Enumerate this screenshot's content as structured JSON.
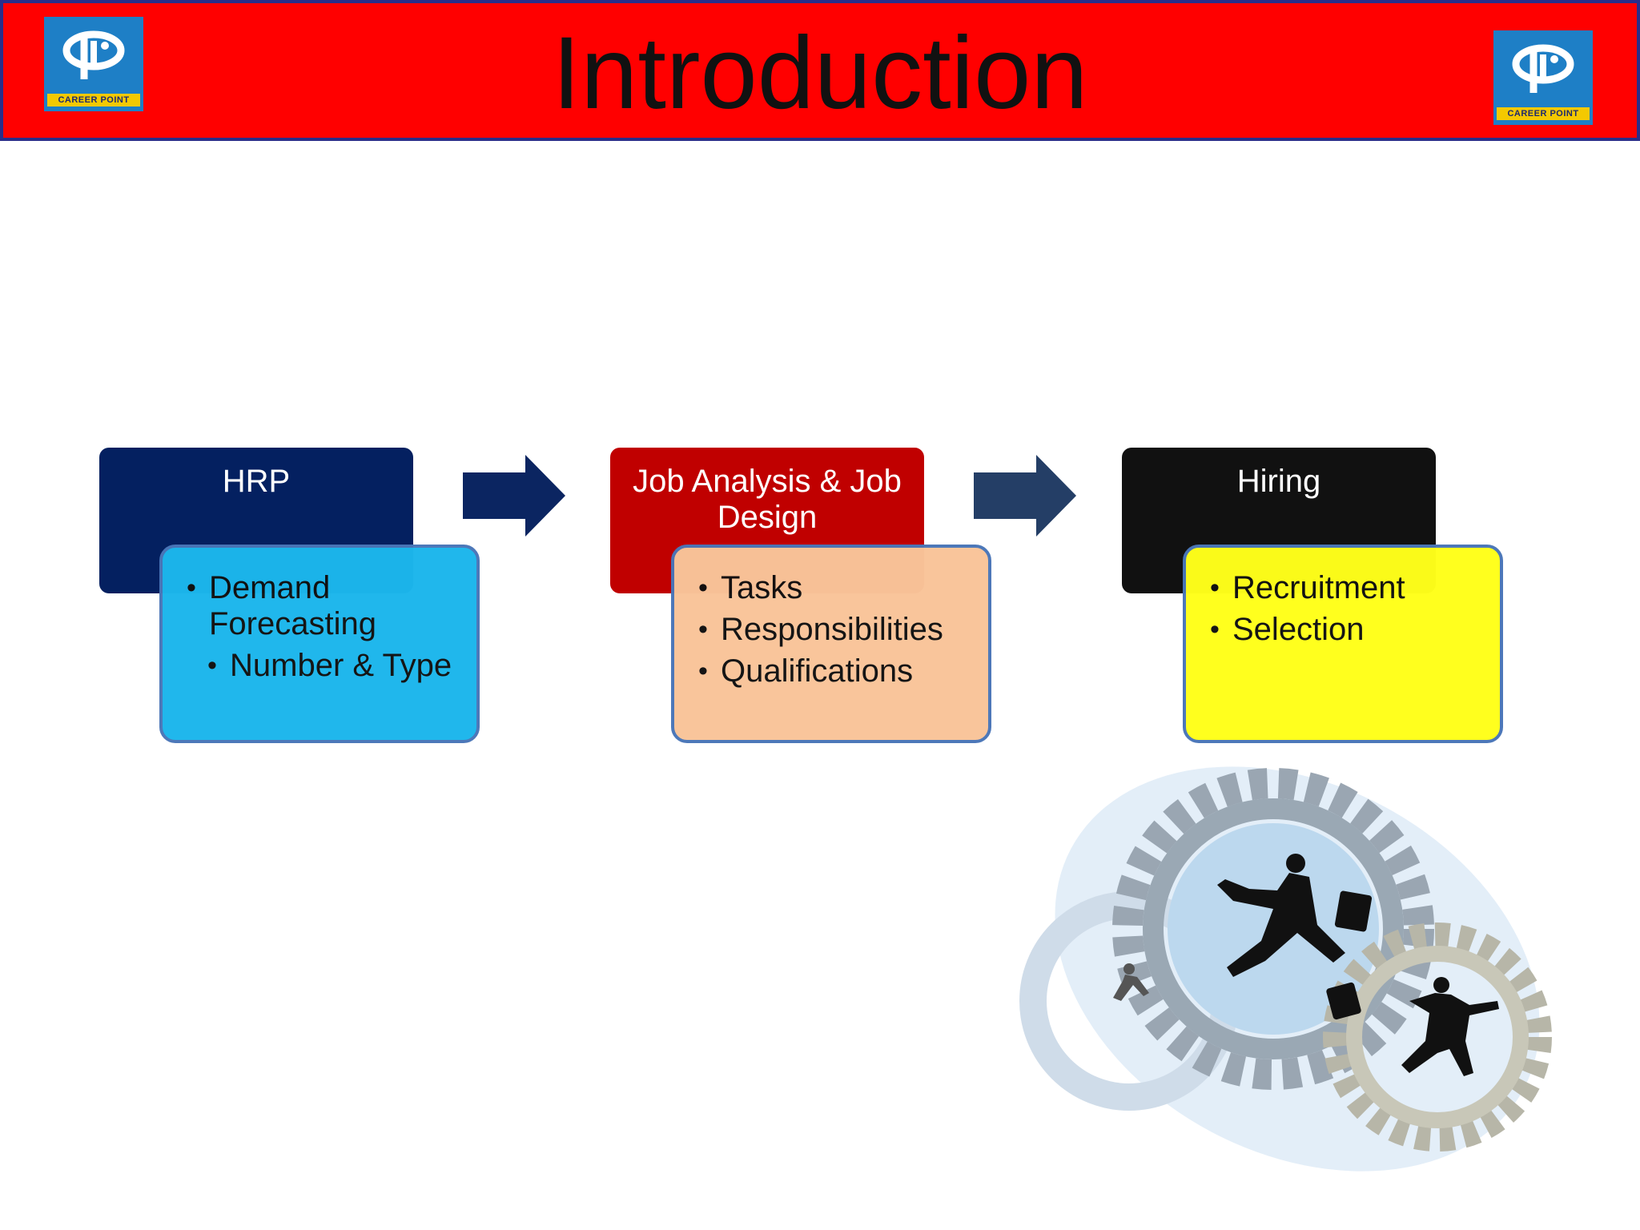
{
  "header": {
    "title": "Introduction",
    "logo_text": "CAREER POINT"
  },
  "steps": [
    {
      "title": "HRP",
      "bullets": [
        {
          "text": "Demand Forecasting",
          "level": 1
        },
        {
          "text": "Number & Type",
          "level": 2
        }
      ],
      "colors": {
        "top": "#042060",
        "bottom": "#1cb6ec"
      }
    },
    {
      "title": "Job Analysis & Job Design",
      "bullets": [
        {
          "text": "Tasks",
          "level": 1
        },
        {
          "text": "Responsibilities",
          "level": 1
        },
        {
          "text": "Qualifications",
          "level": 1
        }
      ],
      "colors": {
        "top": "#c00000",
        "bottom": "#f9c49a"
      }
    },
    {
      "title": "Hiring",
      "bullets": [
        {
          "text": "Recruitment",
          "level": 1
        },
        {
          "text": "Selection",
          "level": 1
        }
      ],
      "colors": {
        "top": "#111111",
        "bottom": "#ffff1a"
      }
    }
  ],
  "colors": {
    "header_bg": "#ff0000",
    "arrow": "#0b2561",
    "sub_border": "#4a76b8"
  }
}
